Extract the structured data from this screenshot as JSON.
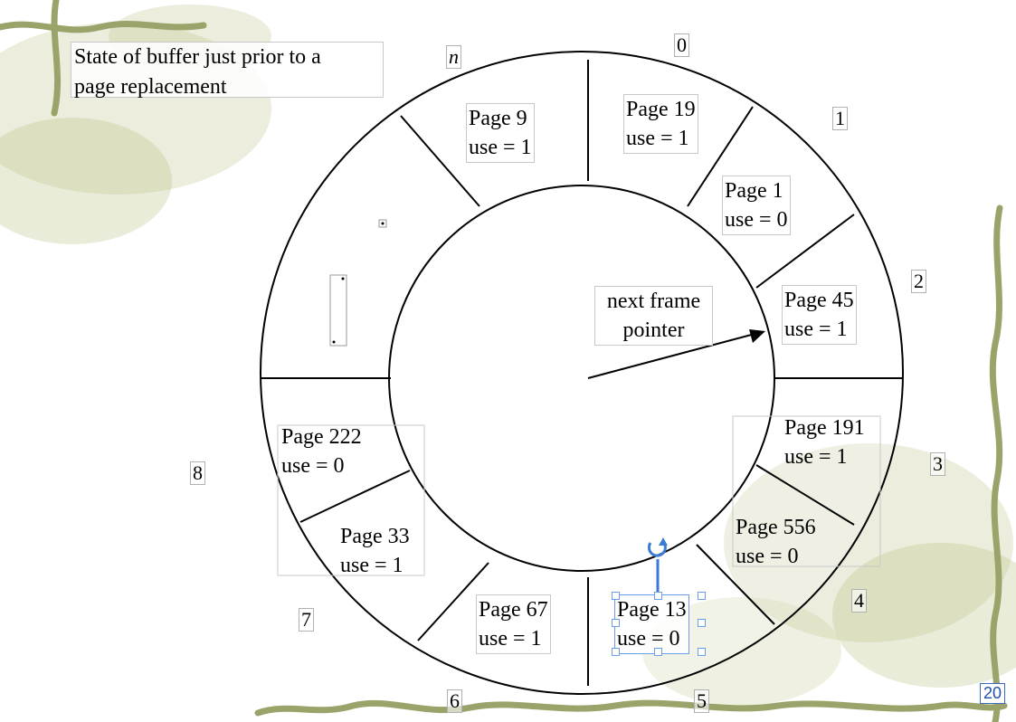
{
  "title": {
    "line1": "State of buffer just prior to a",
    "line2": "page replacement"
  },
  "pointer_label": {
    "line1": "next frame",
    "line2": "pointer"
  },
  "frames": [
    {
      "page": "Page 19",
      "use": "use = 1"
    },
    {
      "page": "Page 1",
      "use": "use = 0"
    },
    {
      "page": "Page 45",
      "use": "use = 1"
    },
    {
      "page": "Page 191",
      "use": "use = 1"
    },
    {
      "page": "Page 556",
      "use": "use = 0"
    },
    {
      "page": "Page 13",
      "use": "use = 0"
    },
    {
      "page": "Page 67",
      "use": "use = 1"
    },
    {
      "page": "Page 33",
      "use": "use = 1"
    },
    {
      "page": "Page 222",
      "use": "use = 0"
    },
    {
      "page": "Page 9",
      "use": "use = 1"
    }
  ],
  "indices": [
    "n",
    "0",
    "1",
    "2",
    "3",
    "4",
    "5",
    "6",
    "7",
    "8"
  ],
  "slide_number": "20",
  "colors": {
    "ring": "#000000",
    "selection": "#3a7bd5",
    "decor": "#9aa46a"
  }
}
